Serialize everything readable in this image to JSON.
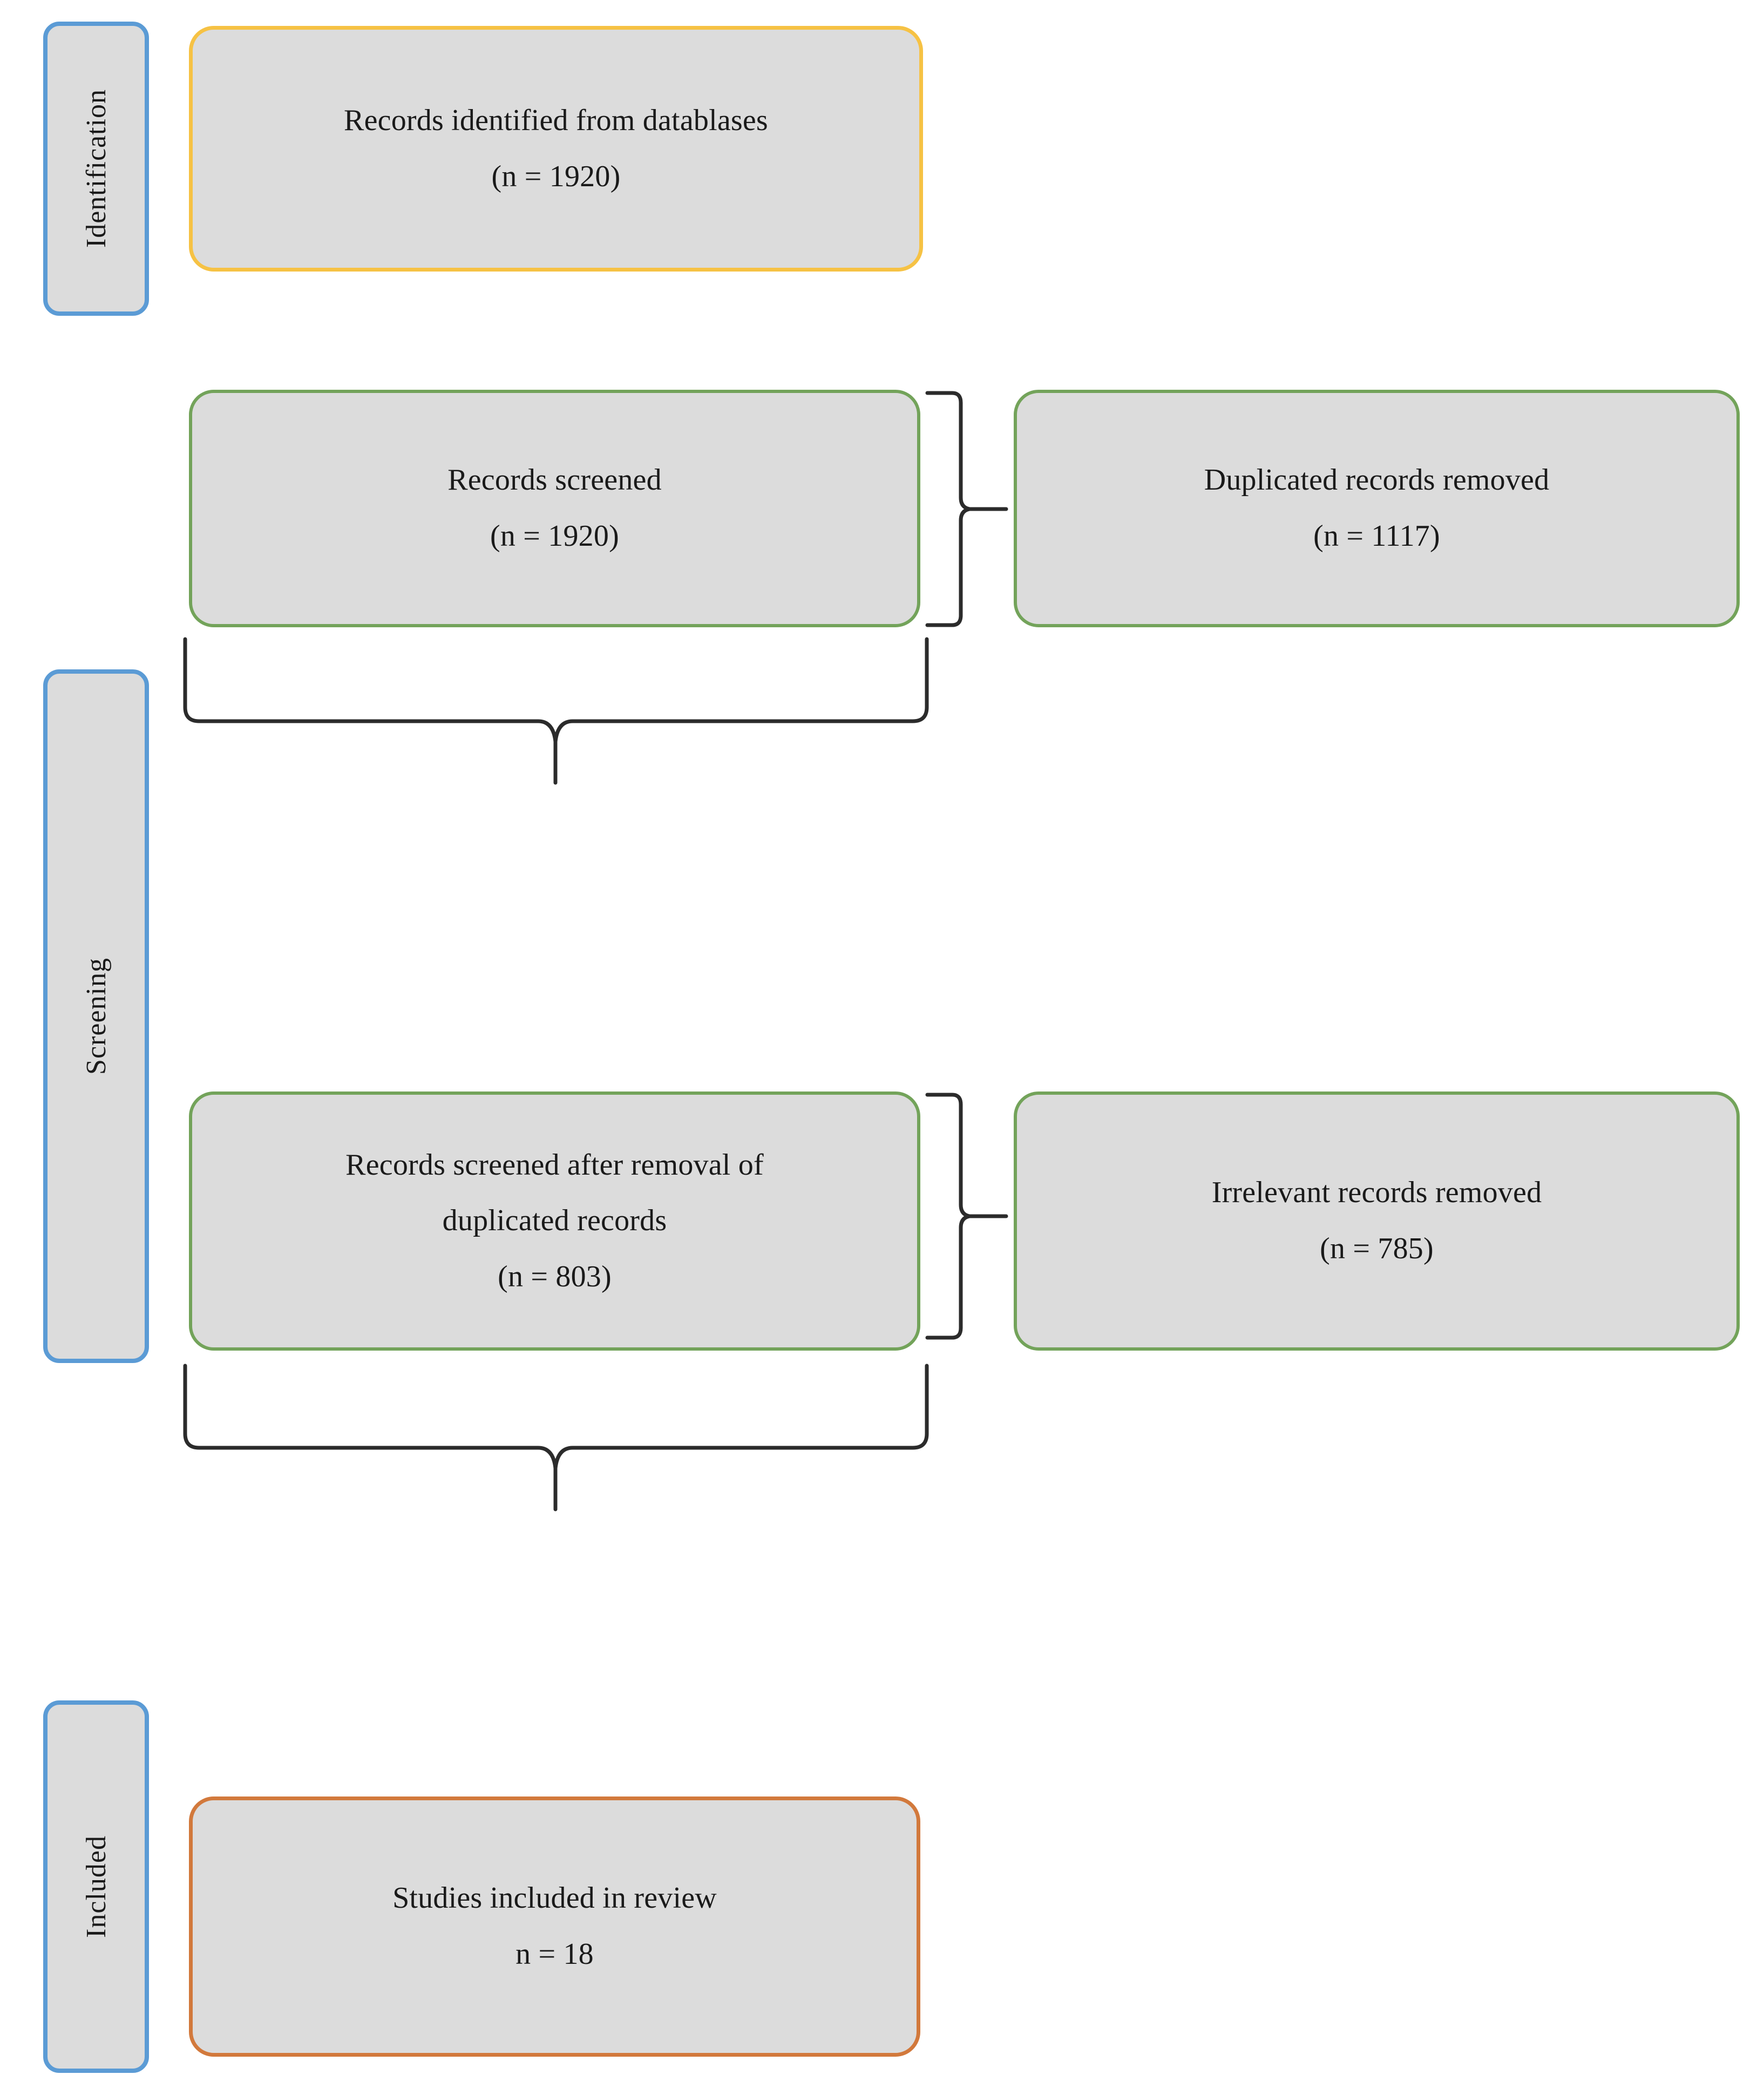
{
  "diagram": {
    "title": "PRISMA study selection flow diagram",
    "colors": {
      "stage_border": "#5b9bd5",
      "identification_border": "#f6c244",
      "screening_border": "#73a35a",
      "included_border": "#d2793c",
      "node_fill": "#dcdcdc",
      "connector": "#2b2b2b",
      "background": "#ffffff"
    },
    "stages": [
      {
        "id": "identification",
        "label": "Identification"
      },
      {
        "id": "screening",
        "label": "Screening"
      },
      {
        "id": "included",
        "label": "Included"
      }
    ],
    "nodes": [
      {
        "id": "records-identified",
        "stage": "identification",
        "accent": "#f6c244",
        "lines": [
          "Records identified from datablases",
          "(n = 1920)"
        ],
        "count": 1920
      },
      {
        "id": "records-screened",
        "stage": "screening",
        "accent": "#73a35a",
        "lines": [
          "Records screened",
          "(n = 1920)"
        ],
        "count": 1920
      },
      {
        "id": "duplicates-removed",
        "stage": "screening",
        "accent": "#73a35a",
        "lines": [
          "Duplicated records removed",
          "(n = 1117)"
        ],
        "count": 1117
      },
      {
        "id": "records-screened-after-dedup",
        "stage": "screening",
        "accent": "#73a35a",
        "lines": [
          "Records screened after removal of",
          "duplicated records",
          "(n = 803)"
        ],
        "count": 803
      },
      {
        "id": "irrelevant-removed",
        "stage": "screening",
        "accent": "#73a35a",
        "lines": [
          "Irrelevant records removed",
          "(n = 785)"
        ],
        "count": 785
      },
      {
        "id": "studies-included",
        "stage": "included",
        "accent": "#d2793c",
        "lines": [
          "Studies included in review",
          "n = 18"
        ],
        "count": 18
      }
    ],
    "connectors": [
      {
        "id": "brace-screened-to-duplicates",
        "type": "vertical-brace",
        "from": "records-screened",
        "to": "duplicates-removed"
      },
      {
        "id": "brace-screened-down",
        "type": "horizontal-brace",
        "from": "records-screened",
        "to": "records-screened-after-dedup"
      },
      {
        "id": "brace-dedup-to-irrelevant",
        "type": "vertical-brace",
        "from": "records-screened-after-dedup",
        "to": "irrelevant-removed"
      },
      {
        "id": "brace-dedup-down",
        "type": "horizontal-brace",
        "from": "records-screened-after-dedup",
        "to": "studies-included"
      }
    ]
  }
}
